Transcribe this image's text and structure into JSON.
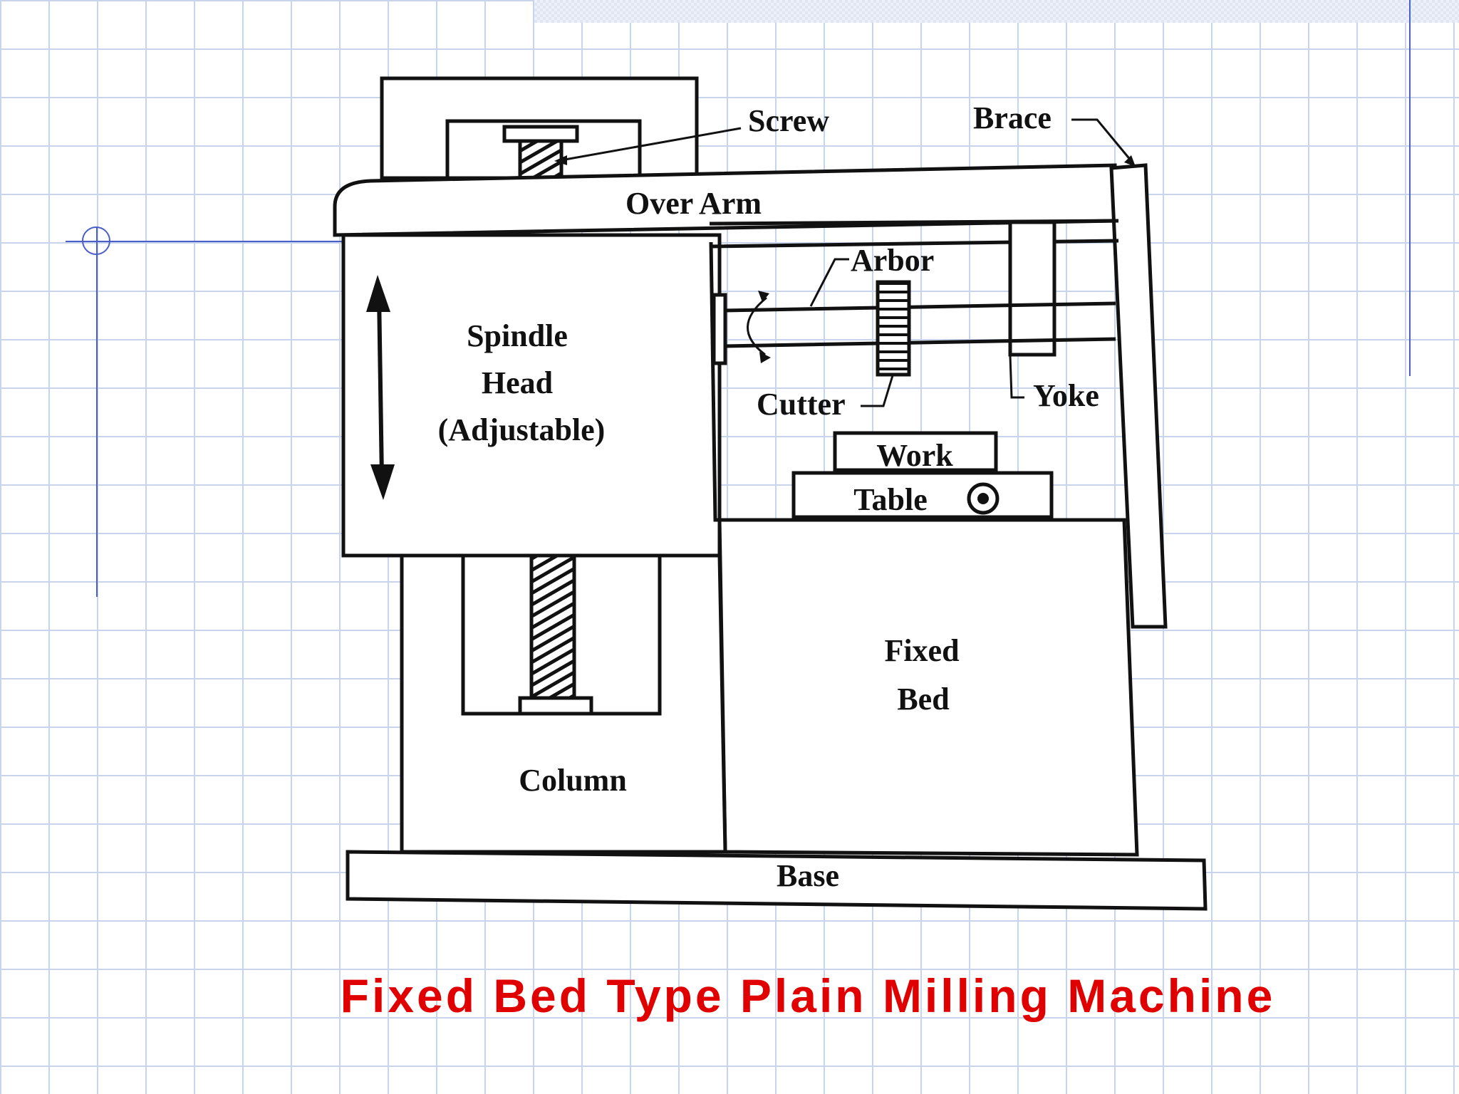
{
  "caption": "Fixed Bed Type Plain Milling Machine",
  "labels": {
    "screw": "Screw",
    "brace": "Brace",
    "over_arm": "Over Arm",
    "arbor": "Arbor",
    "spindle_head_line1": "Spindle",
    "spindle_head_line2": "Head",
    "spindle_head_line3": "(Adjustable)",
    "cutter": "Cutter",
    "yoke": "Yoke",
    "work": "Work",
    "table": "Table",
    "fixed_bed_line1": "Fixed",
    "fixed_bed_line2": "Bed",
    "column": "Column",
    "base": "Base"
  },
  "colors": {
    "caption": "#e00000",
    "ink": "#111111",
    "grid": "#c8d4ec",
    "guide": "#4a5fc8"
  }
}
